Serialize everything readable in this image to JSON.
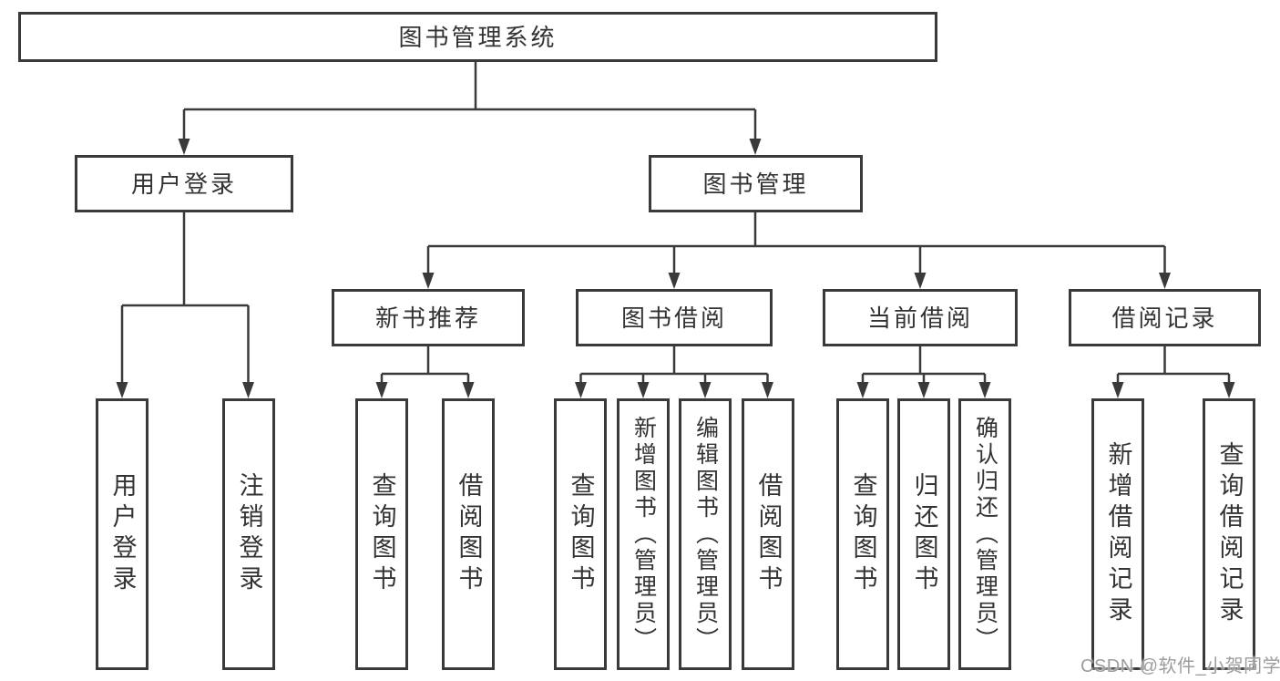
{
  "colors": {
    "line": "#3a3a3a",
    "box_border": "#3a3a3a",
    "text": "#333333",
    "background": "#ffffff",
    "watermark": "#9d9d9d"
  },
  "diagram": {
    "title": "图书管理系统",
    "level2": {
      "user_login": "用户登录",
      "book_mgmt": "图书管理"
    },
    "level3": {
      "new_book": "新书推荐",
      "book_borrow": "图书借阅",
      "current_borrow": "当前借阅",
      "borrow_records": "借阅记录"
    },
    "leaves": {
      "login_user_login": "用户登录",
      "login_logout": "注销登录",
      "newbook_query": "查询图书",
      "newbook_borrow": "借阅图书",
      "borrow_query": "查询图书",
      "borrow_add": "新增图书（管理员）",
      "borrow_edit": "编辑图书（管理员）",
      "borrow_borrow": "借阅图书",
      "current_query": "查询图书",
      "current_return": "归还图书",
      "current_confirm": "确认归还（管理员）",
      "records_add": "新增借阅记录",
      "records_query": "查询借阅记录"
    }
  },
  "watermark": "CSDN @软件_小贺同学"
}
